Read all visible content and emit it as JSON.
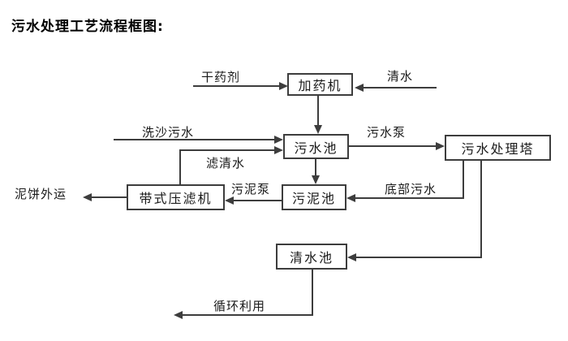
{
  "page": {
    "title": "污水处理工艺流程框图:"
  },
  "diagram": {
    "type": "flowchart",
    "line_color": "#3d3d3d",
    "background_color": "#ffffff",
    "nodes": {
      "dosing_machine": "加药机",
      "sewage_pool": "污水池",
      "treatment_tower": "污水处理塔",
      "sludge_pool": "污泥池",
      "belt_filter_press": "带式压滤机",
      "clean_water_pool": "清水池"
    },
    "flow_labels": {
      "dry_chemical": "干药剂",
      "clean_water": "清水",
      "sand_washing_sewage": "洗沙污水",
      "sewage_pump": "污水泵",
      "filtered_water": "滤清水",
      "sludge_pump": "污泥泵",
      "bottom_sewage": "底部污水",
      "mud_cake_transport": "泥饼外运",
      "recycling": "循环利用"
    },
    "edges": [
      {
        "from": "干药剂(外部)",
        "to": "加药机",
        "label": "干药剂"
      },
      {
        "from": "清水(外部)",
        "to": "加药机",
        "label": "清水"
      },
      {
        "from": "加药机",
        "to": "污水池",
        "label": ""
      },
      {
        "from": "洗沙污水(外部)",
        "to": "污水池",
        "label": "洗沙污水"
      },
      {
        "from": "带式压滤机",
        "to": "污水池",
        "label": "滤清水"
      },
      {
        "from": "污水池",
        "to": "污水处理塔",
        "label": "污水泵"
      },
      {
        "from": "污水池",
        "to": "污泥池",
        "label": ""
      },
      {
        "from": "污水处理塔",
        "to": "污泥池",
        "label": "底部污水"
      },
      {
        "from": "污泥池",
        "to": "带式压滤机",
        "label": "污泥泵"
      },
      {
        "from": "带式压滤机",
        "to": "泥饼外运(外部)",
        "label": "泥饼外运"
      },
      {
        "from": "污水处理塔",
        "to": "清水池",
        "label": ""
      },
      {
        "from": "清水池",
        "to": "循环利用(外部)",
        "label": "循环利用"
      }
    ]
  }
}
